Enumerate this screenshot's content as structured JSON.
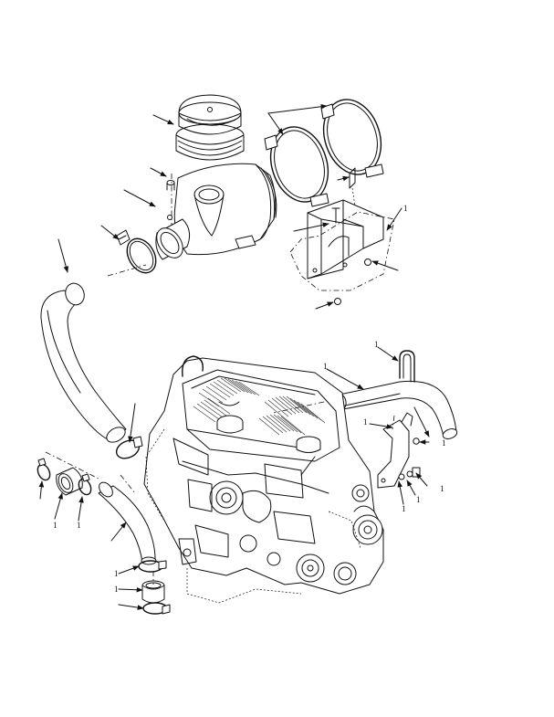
{
  "diagram": {
    "callout_labels": [
      "1",
      "1",
      "1",
      "1",
      "1",
      "1",
      "1",
      "1",
      "1",
      "1",
      "1",
      "1"
    ]
  }
}
